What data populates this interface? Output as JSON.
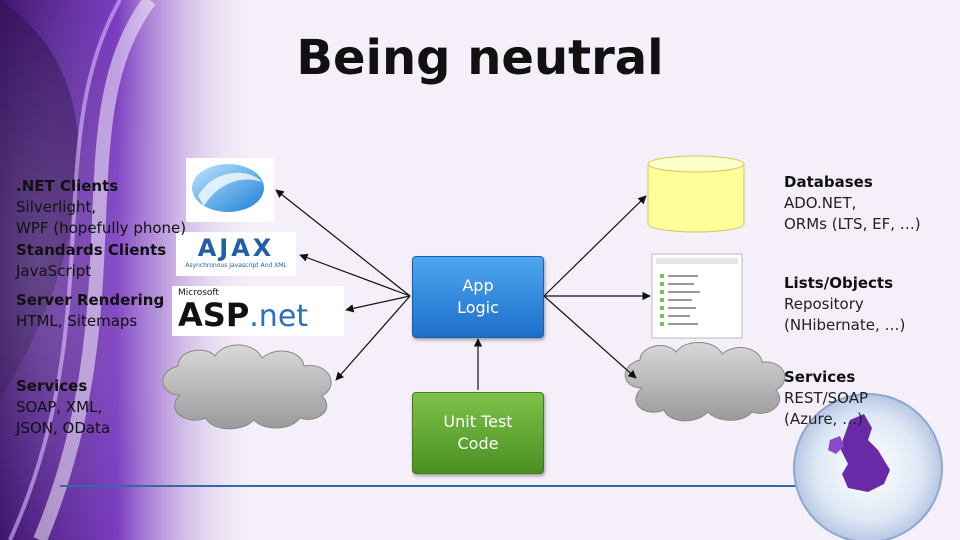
{
  "slide": {
    "title": "Being neutral"
  },
  "left": [
    {
      "heading": ".NET Clients",
      "lines": [
        "Silverlight,",
        "WPF (hopefully phone)"
      ]
    },
    {
      "heading": "Standards Clients",
      "lines": [
        "JavaScript"
      ]
    },
    {
      "heading": "Server Rendering",
      "lines": [
        "HTML, Sitemaps"
      ]
    },
    {
      "heading": "Services",
      "lines": [
        "SOAP, XML,",
        "JSON, OData"
      ]
    }
  ],
  "right": [
    {
      "heading": "Databases",
      "lines": [
        "ADO.NET,",
        "ORMs (LTS, EF, …)"
      ]
    },
    {
      "heading": "Lists/Objects",
      "lines": [
        "Repository",
        "(NHibernate, …)"
      ]
    },
    {
      "heading": "Services",
      "lines": [
        "REST/SOAP",
        "(Azure, …)"
      ]
    }
  ],
  "boxes": {
    "app": [
      "App",
      "Logic"
    ],
    "unit": [
      "Unit Test",
      "Code"
    ]
  },
  "logos": {
    "ajax": "AJAX",
    "ajax_sub": "Asynchronous Javascript And XML",
    "aspnet_top": "Microsoft",
    "aspnet_main": "ASP",
    "aspnet_net": ".net"
  },
  "colors": {
    "app_box": "#2a86e0",
    "unit_box": "#5ea832",
    "database": "#ffff99",
    "accent_purple": "#6a2aa8"
  }
}
